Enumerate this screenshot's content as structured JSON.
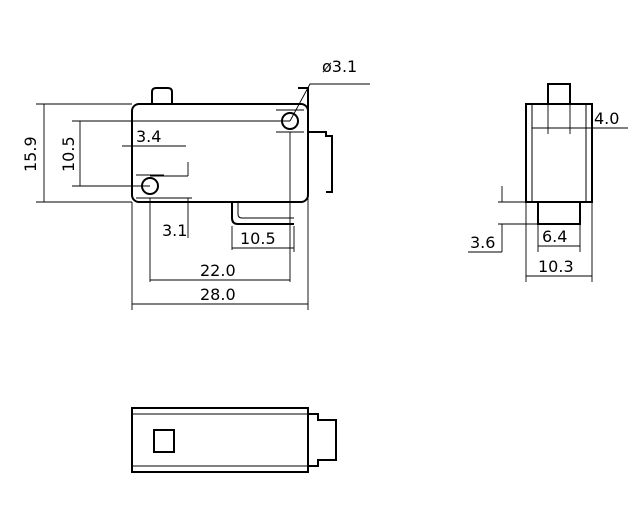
{
  "diameter_label": "ø3.1",
  "front_view": {
    "height_overall": "15.9",
    "hole_pitch_vertical": "10.5",
    "hole_offset_x": "3.4",
    "hole_offset_y": "3.1",
    "terminal_offset": "10.5",
    "hole_pitch_horizontal": "22.0",
    "length_overall": "28.0"
  },
  "side_view": {
    "plunger_width": "4.0",
    "plunger_height": "3.6",
    "terminal_width": "6.4",
    "width_overall": "10.3"
  }
}
